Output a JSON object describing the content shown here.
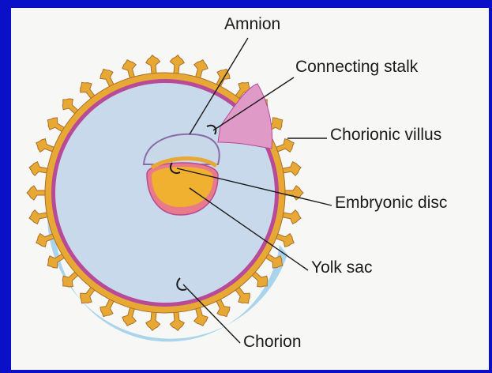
{
  "labels": {
    "amnion": "Amnion",
    "connecting_stalk": "Connecting stalk",
    "chorionic_villus": "Chorionic villus",
    "embryonic_disc": "Embryonic disc",
    "yolk_sac": "Yolk sac",
    "chorion": "Chorion"
  },
  "colors": {
    "background_border": "#0a10c8",
    "panel": "#f7f7f5",
    "chorion": "#e8a934",
    "villi": "#e8a934",
    "chorionic_cavity": "#c7d9ea",
    "inner_membrane": "#b84a9a",
    "connecting_stalk": "#e09ac8",
    "yolk_sac": "#f0b030",
    "amnion_cavity": "#c9d8e8",
    "decidua": "#a9d4ec",
    "leader_lines": "#1a1a1a"
  }
}
